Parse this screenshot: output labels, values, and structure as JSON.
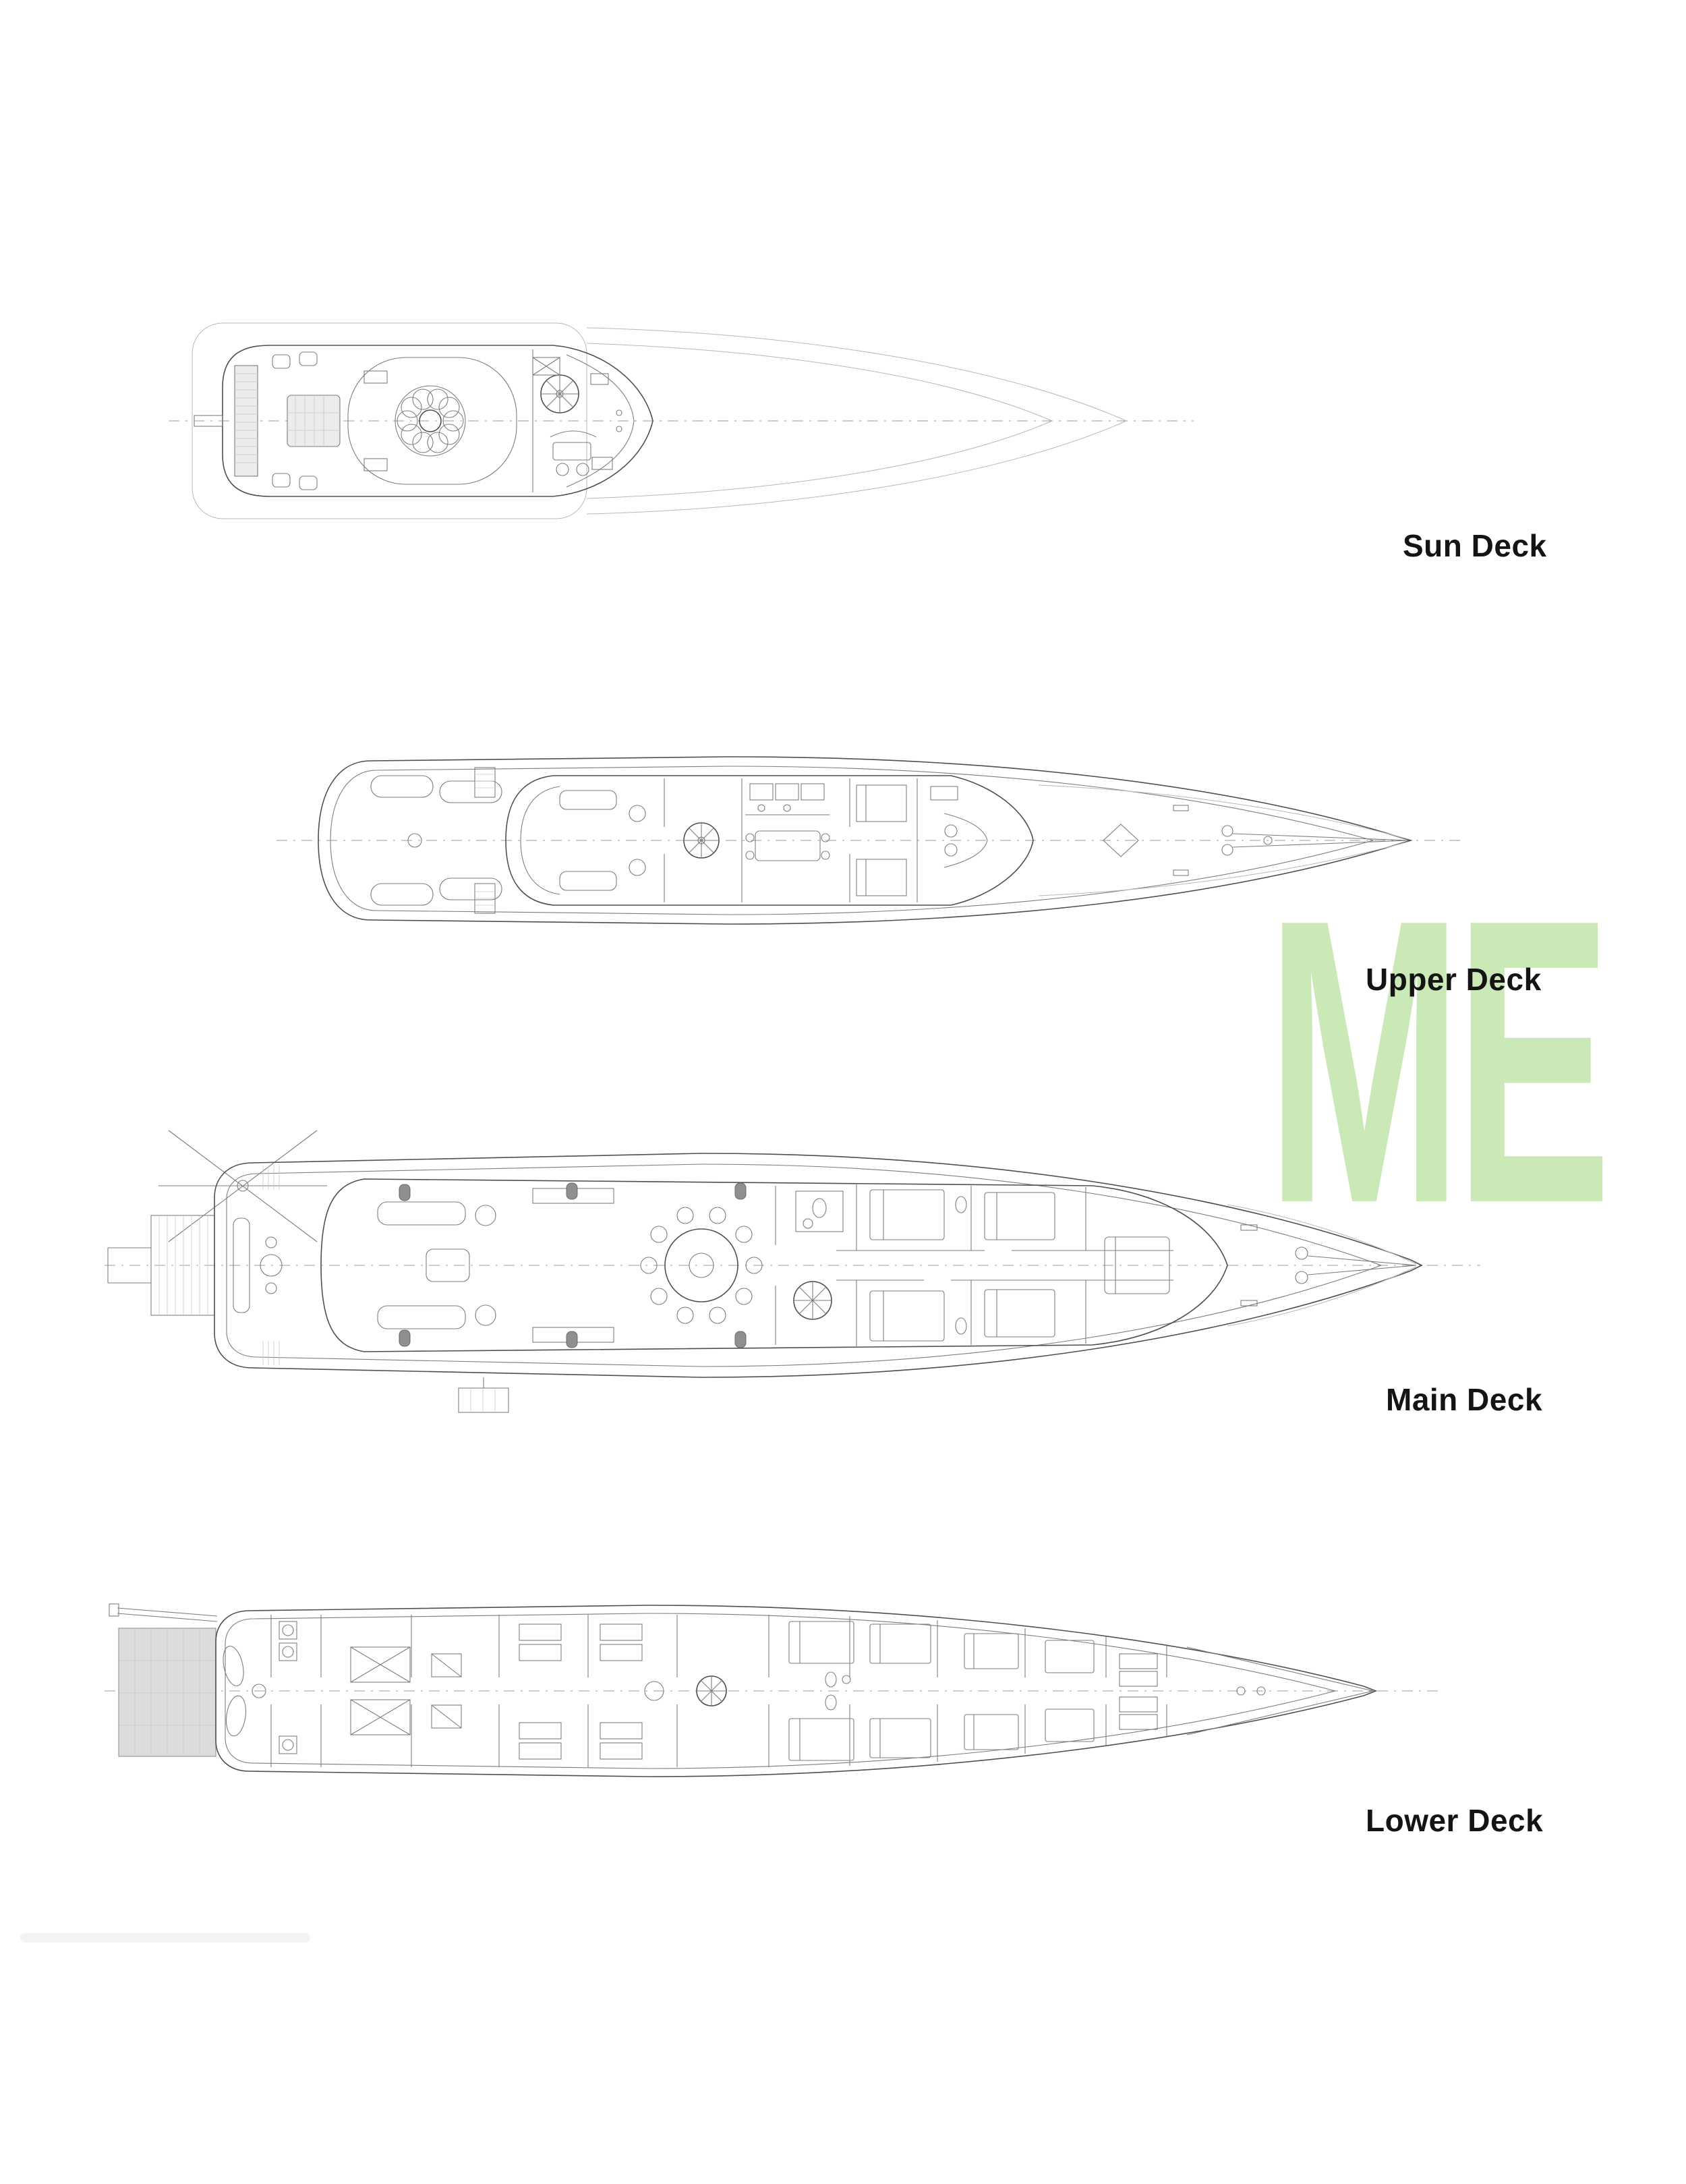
{
  "watermark": {
    "text": "ME",
    "color": "#c2e5ab"
  },
  "decks": [
    {
      "id": "sun-deck",
      "label": "Sun Deck"
    },
    {
      "id": "upper-deck",
      "label": "Upper Deck"
    },
    {
      "id": "main-deck",
      "label": "Main Deck"
    },
    {
      "id": "lower-deck",
      "label": "Lower Deck"
    }
  ]
}
